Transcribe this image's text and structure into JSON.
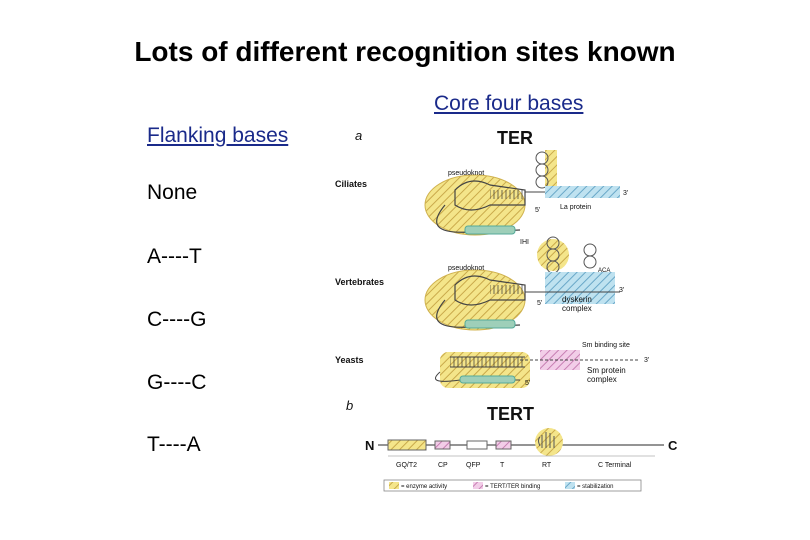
{
  "slide": {
    "title": "Lots of different recognition sites known",
    "core_link": "Core four bases",
    "flanking_link": "Flanking bases",
    "pairs": [
      "None",
      "A----T",
      "C----G",
      "G----C",
      "T----A"
    ]
  },
  "figure": {
    "panel_a": "a",
    "panel_b": "b",
    "ter_title": "TER",
    "tert_title": "TERT",
    "ciliates": "Ciliates",
    "vertebrates": "Vertebrates",
    "yeasts": "Yeasts",
    "pseudoknot_1": "pseudoknot",
    "pseudoknot_2": "pseudoknot",
    "three_prime_1": "3'",
    "five_prime_1": "5'",
    "la_protein": "La protein",
    "ihi": "IHI",
    "aca": "ACA",
    "three_prime_2": "3'",
    "five_prime_2": "5'",
    "dyskerin": "dyskerin",
    "complex": "complex",
    "sm_binding_site": "Sm binding site",
    "three_prime_3": "3'",
    "five_prime_3": "5'",
    "sm_protein": "Sm protein",
    "sm_complex": "complex",
    "n_term": "N",
    "c_term": "C",
    "domains": [
      "GQ/T2",
      "CP",
      "QFP",
      "T",
      "RT",
      "C Terminal"
    ],
    "legend": [
      "= enzyme activity",
      "= TERT/TER binding",
      "= stabilization"
    ]
  },
  "colors": {
    "link": "#1a2a8a",
    "yellow_domain": "#f2e27a",
    "blue_domain": "#9fd0e6",
    "pink_domain": "#e6a8d6",
    "green_domain": "#8fcfb0"
  }
}
